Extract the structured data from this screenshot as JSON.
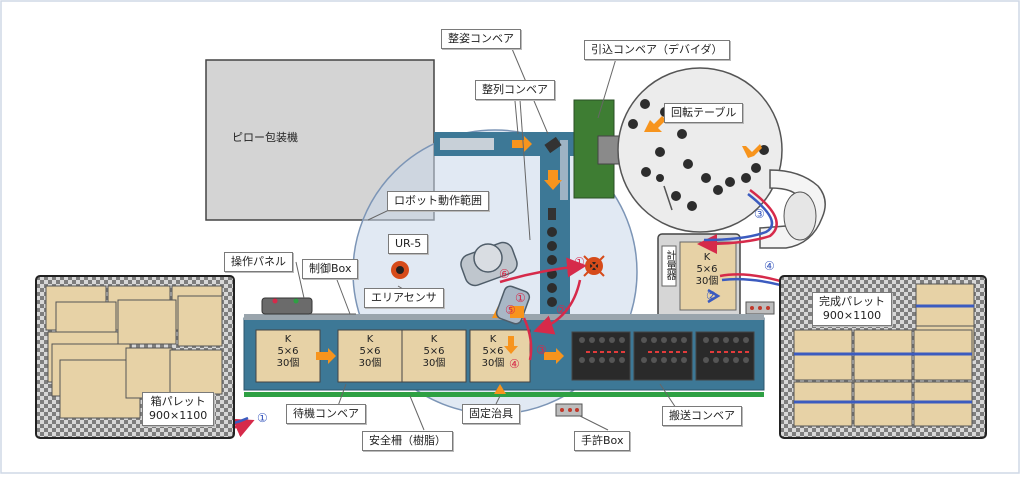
{
  "labels": {
    "pillow_packer": "ピロー包装機",
    "seishi_conveyor": "整姿コンベア",
    "hikikomi_conveyor": "引込コンベア（デバイダ）",
    "seiretsu_conveyor": "整列コンベア",
    "rotary_table": "回転テーブル",
    "robot_range": "ロボット動作範囲",
    "robot_model": "UR-5",
    "operation_panel": "操作パネル",
    "control_box": "制御Box",
    "area_sensor": "エリアセンサ",
    "scale": "計量器",
    "completed_pallet_title": "完成パレット",
    "completed_pallet_size": "900×1100",
    "box_pallet_title": "箱パレット",
    "box_pallet_size": "900×1100",
    "standby_conveyor": "待機コンベア",
    "safety_fence": "安全柵（樹脂）",
    "fixture": "固定治具",
    "hand_permit_box": "手許Box",
    "transport_conveyor": "搬送コンベア"
  },
  "box_tag": {
    "type": "K",
    "grid": "5×6",
    "count": "30個"
  },
  "scale_box": {
    "type": "K",
    "grid": "5×6",
    "count": "30個"
  },
  "step_markers": {
    "s1": "①",
    "s2": "②",
    "s3": "③",
    "s4": "④",
    "s5": "⑤",
    "s6": "⑥",
    "s1b": "①",
    "s2b": "②",
    "s3b": "③",
    "s4b": "④"
  },
  "colors": {
    "conveyor_blue": "#3d7896",
    "arrow_orange": "#f7941d",
    "flow_red": "#d62a4a",
    "flow_blue": "#3b5bbf",
    "fence_green": "#2ea043",
    "device_green": "#3e7d33",
    "box_tan": "#e7d2a6"
  }
}
